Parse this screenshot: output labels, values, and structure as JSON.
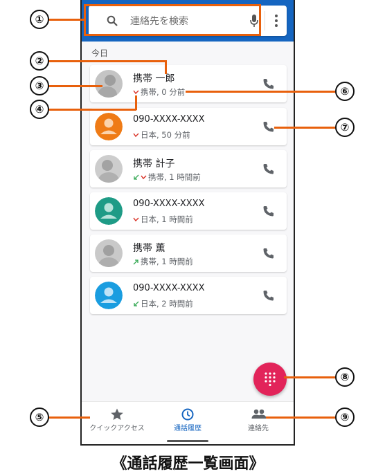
{
  "search": {
    "placeholder": "連絡先を検索"
  },
  "section_label": "今日",
  "calls": [
    {
      "name": "携帯 一郎",
      "detail": "携帯, 0 分前",
      "avatar": "photo",
      "direction": "missed"
    },
    {
      "name": "090-XXXX-XXXX",
      "detail": "日本, 50 分前",
      "avatar": "orange",
      "direction": "missed"
    },
    {
      "name": "携帯 計子",
      "detail": "携帯, 1 時間前",
      "avatar": "photo",
      "direction": "incoming-missed"
    },
    {
      "name": "090-XXXX-XXXX",
      "detail": "日本, 1 時間前",
      "avatar": "teal",
      "direction": "missed"
    },
    {
      "name": "携帯 薫",
      "detail": "携帯, 1 時間前",
      "avatar": "photo",
      "direction": "outgoing"
    },
    {
      "name": "090-XXXX-XXXX",
      "detail": "日本, 2 時間前",
      "avatar": "blue",
      "direction": "incoming"
    }
  ],
  "nav": {
    "speed_dial": "クイックアクセス",
    "history": "通話履歴",
    "contacts": "連絡先"
  },
  "callouts": [
    "①",
    "②",
    "③",
    "④",
    "⑤",
    "⑥",
    "⑦",
    "⑧",
    "⑨"
  ],
  "caption": "《通話履歴一覧画面》",
  "colors": {
    "header": "#1565c0",
    "accent": "#e8600c",
    "fab": "#e2245a",
    "avatar_orange": "#ef7b16",
    "avatar_teal": "#1e9b86",
    "avatar_blue": "#1a9de0",
    "missed": "#d93025",
    "answered": "#34a853"
  },
  "icons": [
    "search-icon",
    "mic-icon",
    "more-vert-icon",
    "phone-icon",
    "missed-call-icon",
    "incoming-call-icon",
    "outgoing-call-icon",
    "dialpad-icon",
    "star-icon",
    "clock-icon",
    "people-icon"
  ]
}
